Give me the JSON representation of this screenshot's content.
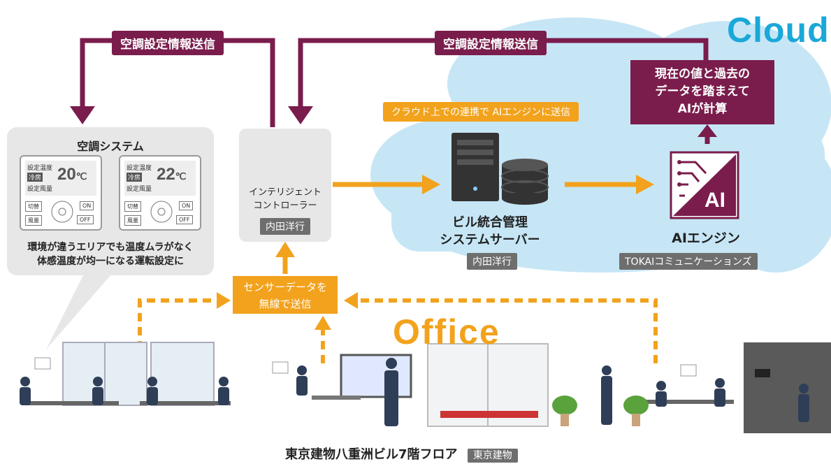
{
  "cloud_label": "Cloud",
  "office_label": "Office",
  "top_left_arrow_label": "空調設定情報送信",
  "top_right_arrow_label": "空調設定情報送信",
  "ai_compute_box": [
    "現在の値と過去の",
    "データを踏まえて",
    "AIが計算"
  ],
  "cloud_link_label": "クラウド上での連携で AIエンジンに送信",
  "hvac_system": {
    "title": "空調システム",
    "panel_left": {
      "set_temp_label": "設定温度",
      "temp_value": "20",
      "unit": "℃",
      "mode_label": "冷房",
      "fan_label": "設定風量",
      "btn_on": "ON",
      "btn_off": "OFF",
      "btn_mode": "切替",
      "btn_fan": "風量"
    },
    "panel_right": {
      "set_temp_label": "設定温度",
      "temp_value": "22",
      "unit": "℃",
      "mode_label": "冷房",
      "fan_label": "設定風量",
      "btn_on": "ON",
      "btn_off": "OFF",
      "btn_mode": "切替",
      "btn_fan": "風量"
    },
    "caption_line1": "環境が違うエリアでも温度ムラがなく",
    "caption_line2": "体感温度が均一になる運転設定に"
  },
  "controller": {
    "line1": "インテリジェント",
    "line2": "コントローラー",
    "vendor": "内田洋行"
  },
  "server": {
    "line1": "ビル統合管理",
    "line2": "システムサーバー",
    "vendor": "内田洋行"
  },
  "ai_engine": {
    "logo_text": "AI",
    "name": "AIエンジン",
    "vendor": "TOKAIコミュニケーションズ"
  },
  "sensor_box": {
    "line1": "センサーデータを",
    "line2": "無線で送信"
  },
  "footer": {
    "location": "東京建物八重洲ビル7階フロア",
    "vendor": "東京建物"
  },
  "colors": {
    "plum": "#7a1d4c",
    "orange": "#f2a21c",
    "cloud": "#c6e6f6",
    "cloud_text": "#1aa8d8",
    "grey_box": "#e7e7e7"
  }
}
